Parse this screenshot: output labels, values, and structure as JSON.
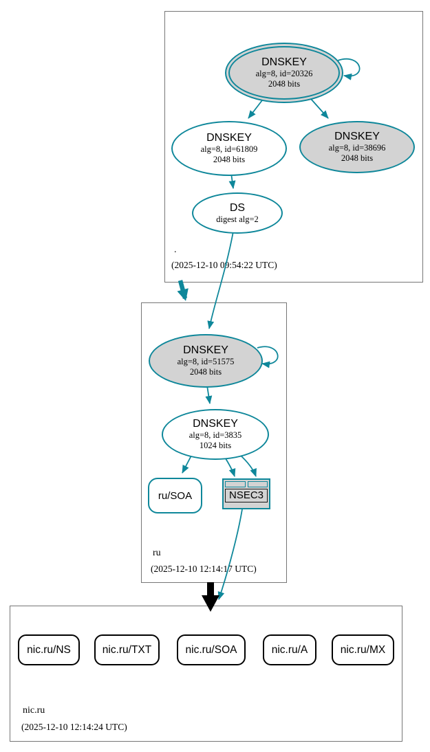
{
  "colors": {
    "teal_accent": "#0e879a",
    "node_fill_gray": "#d3d3d3",
    "zone_box_border": "#757575",
    "delegation_arrow_black": "#000000"
  },
  "zones": {
    "root": {
      "label": ".",
      "timestamp": "(2025-12-10 09:54:22 UTC)",
      "ksk": {
        "title": "DNSKEY",
        "detail1": "alg=8, id=20326",
        "detail2": "2048 bits"
      },
      "zsk": {
        "title": "DNSKEY",
        "detail1": "alg=8, id=61809",
        "detail2": "2048 bits"
      },
      "key2": {
        "title": "DNSKEY",
        "detail1": "alg=8, id=38696",
        "detail2": "2048 bits"
      },
      "ds": {
        "title": "DS",
        "detail1": "digest alg=2"
      }
    },
    "ru": {
      "label": "ru",
      "timestamp": "(2025-12-10 12:14:17 UTC)",
      "ksk": {
        "title": "DNSKEY",
        "detail1": "alg=8, id=51575",
        "detail2": "2048 bits"
      },
      "zsk": {
        "title": "DNSKEY",
        "detail1": "alg=8, id=3835",
        "detail2": "1024 bits"
      },
      "soa": {
        "label": "ru/SOA"
      },
      "nsec3": {
        "label": "NSEC3"
      }
    },
    "nic_ru": {
      "label": "nic.ru",
      "timestamp": "(2025-12-10 12:14:24 UTC)",
      "rrsets": [
        {
          "label": "nic.ru/NS"
        },
        {
          "label": "nic.ru/TXT"
        },
        {
          "label": "nic.ru/SOA"
        },
        {
          "label": "nic.ru/A"
        },
        {
          "label": "nic.ru/MX"
        }
      ]
    }
  }
}
